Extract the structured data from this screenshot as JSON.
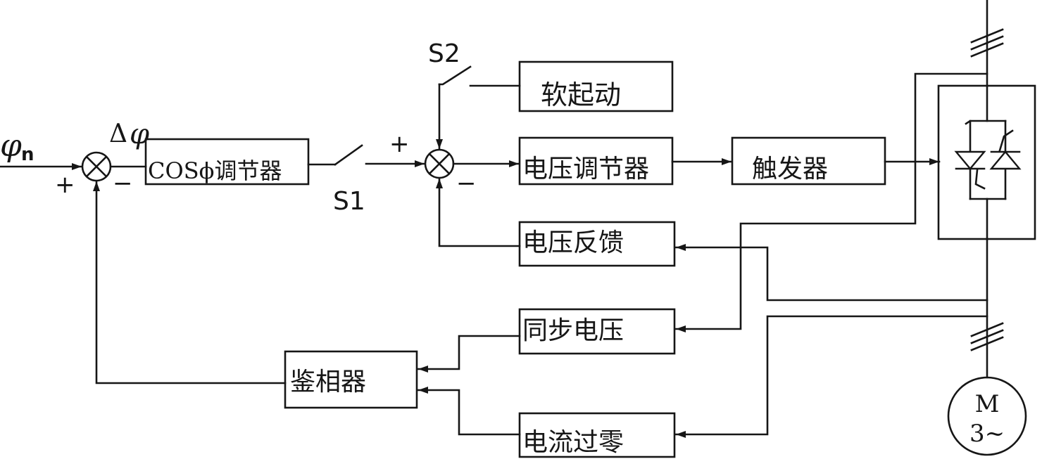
{
  "diagram": {
    "input": {
      "symbol": "φ",
      "subscript": "n"
    },
    "error_label": {
      "delta": "Δ",
      "symbol": "φ"
    },
    "signs": {
      "plus": "+",
      "minus": "−"
    },
    "blocks": {
      "cos_regulator": "COSϕ调节器",
      "soft_start": "软起动",
      "voltage_regulator": "电压调节器",
      "trigger": "触发器",
      "voltage_feedback": "电压反馈",
      "sync_voltage": "同步电压",
      "phase_detector": "鉴相器",
      "current_zero": "电流过零"
    },
    "switches": {
      "s1": "S1",
      "s2": "S2"
    },
    "motor": {
      "symbol": "M",
      "phases": "3~"
    }
  }
}
